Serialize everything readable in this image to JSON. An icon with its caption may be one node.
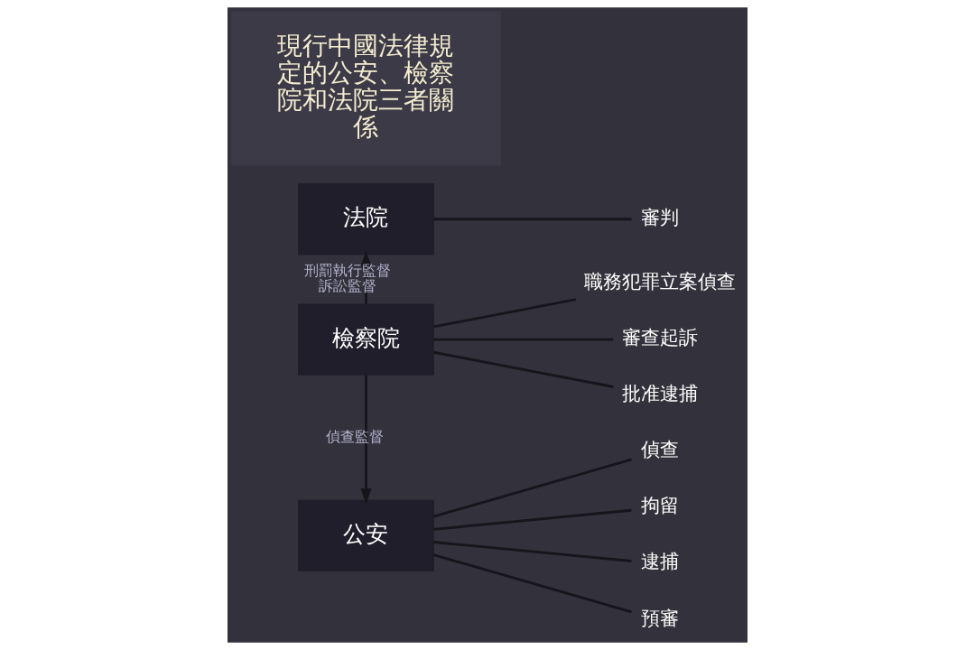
{
  "diagram": {
    "nodes": [
      {
        "text": [
          "法院"
        ]
      },
      {
        "text": [
          "審判"
        ]
      },
      {
        "text": [
          "檢察院"
        ]
      },
      {
        "text": [
          "職務犯罪立案偵查"
        ]
      },
      {
        "text": [
          "審查起訴"
        ]
      },
      {
        "text": [
          "批准逮捕"
        ]
      },
      {
        "text": [
          "公安"
        ]
      },
      {
        "text": [
          "偵查"
        ]
      },
      {
        "text": [
          "拘留"
        ]
      },
      {
        "text": [
          "逮捕"
        ]
      },
      {
        "text": [
          "預審"
        ]
      },
      {
        "text": [
          "現行中國法律規定的公安、檢察院和法院三者關係"
        ]
      }
    ],
    "edges": [
      {
        "from": 0,
        "to": 1,
        "arrow": "none"
      },
      {
        "from": 2,
        "to": 0,
        "arrow": "to",
        "label": "刑罰執行監督訴訟監督"
      },
      {
        "from": 2,
        "to": 3,
        "arrow": "none"
      },
      {
        "from": 2,
        "to": 4,
        "arrow": "none"
      },
      {
        "from": 2,
        "to": 5,
        "arrow": "none"
      },
      {
        "from": 2,
        "to": 6,
        "arrow": "to",
        "label": "偵查監督"
      },
      {
        "from": 6,
        "to": 7,
        "arrow": "none"
      },
      {
        "from": 6,
        "to": 8,
        "arrow": "none"
      },
      {
        "from": 6,
        "to": 9,
        "arrow": "none"
      },
      {
        "from": 6,
        "to": 10,
        "arrow": "none"
      }
    ]
  }
}
